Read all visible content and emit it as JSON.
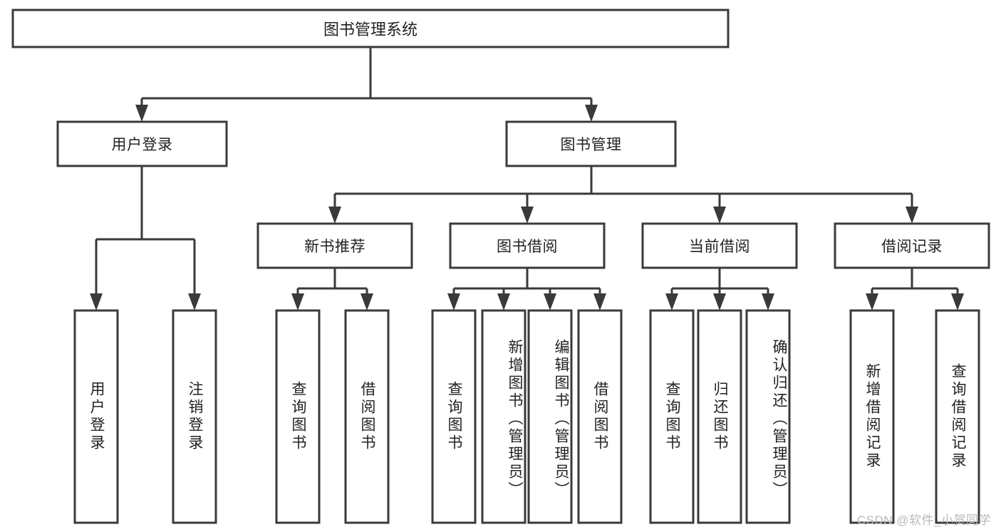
{
  "diagram": {
    "title": "图书管理系统",
    "type": "tree-hierarchy-diagram",
    "colors": {
      "stroke": "#3a3a3a",
      "fill": "#ffffff",
      "text": "#222222",
      "watermark": "#b9b9b9"
    },
    "root": {
      "label": "图书管理系统"
    },
    "level2": [
      {
        "label": "用户登录"
      },
      {
        "label": "图书管理"
      }
    ],
    "level3": [
      {
        "label": "新书推荐"
      },
      {
        "label": "图书借阅"
      },
      {
        "label": "当前借阅"
      },
      {
        "label": "借阅记录"
      }
    ],
    "leaves": {
      "user_login": [
        {
          "label": "用户登录"
        },
        {
          "label": "注销登录"
        }
      ],
      "new_book_recommend": [
        {
          "label": "查询图书"
        },
        {
          "label": "借阅图书"
        }
      ],
      "book_borrow": [
        {
          "label": "查询图书"
        },
        {
          "label": "新增图书（管理员）"
        },
        {
          "label": "编辑图书（管理员）"
        },
        {
          "label": "借阅图书"
        }
      ],
      "current_borrow": [
        {
          "label": "查询图书"
        },
        {
          "label": "归还图书"
        },
        {
          "label": "确认归还（管理员）"
        }
      ],
      "borrow_record": [
        {
          "label": "新增借阅记录"
        },
        {
          "label": "查询借阅记录"
        }
      ]
    },
    "watermark": "CSDN @软件_小贺同学"
  }
}
